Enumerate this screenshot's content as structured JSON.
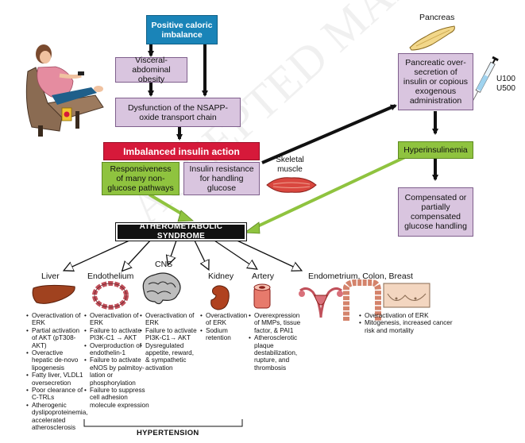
{
  "boxes": {
    "positive_caloric": "Positive caloric imbalance",
    "visceral_obesity": "Visceral-abdominal obesity",
    "nsapp_dysfunction": "Dysfunction of the NSAPP-oxide transport chain",
    "imbalanced_insulin": "Imbalanced insulin action",
    "responsiveness": "Responsiveness of many non-glucose pathways",
    "insulin_resistance": "Insulin resistance for handling glucose",
    "pancreatic": "Pancreatic over-secretion of insulin or copious exogenous administration",
    "hyperinsulinemia": "Hyperinsulinemia",
    "compensated": "Compensated or partially compensated glucose handling",
    "syndrome": "ATHEROMETABOLIC SYNDROME"
  },
  "labels": {
    "pancreas": "Pancreas",
    "u100": "U100",
    "u500": "U500",
    "skeletal_muscle": "Skeletal muscle",
    "hypertension": "HYPERTENSION",
    "watermark": "ACCEPTED MANUSCRIPT"
  },
  "organs": {
    "liver": {
      "title": "Liver",
      "items": [
        "Overactivation of ERK",
        "Partial activation of AKT (pT308-AKT)",
        "Overactive hepatic de-novo lipogenesis",
        "Fatty liver, VLDL1 oversecretion",
        "Poor clearance of C-TRLs",
        "Atherogenic dyslipoproteinemia, accelerated atherosclerosis"
      ]
    },
    "endothelium": {
      "title": "Endothelium",
      "items": [
        "Overactivation of ERK",
        "Failure to activate PI3K-C1 → AKT",
        "Overproduction of endothelin-1",
        "Failure to activate eNOS by palmitoy-lation or phosphorylation",
        "Failure to suppress cell adhesion molecule expression"
      ]
    },
    "cns": {
      "title": "CNS",
      "items": [
        "Overactivation of ERK",
        "Failure to activate PI3K-C1→ AKT",
        "Dysregulated appetite, reward, & sympathetic activation"
      ]
    },
    "kidney": {
      "title": "Kidney",
      "items": [
        "Overactivation of ERK",
        "Sodium retention"
      ]
    },
    "artery": {
      "title": "Artery",
      "items": [
        "Overexpression of MMPs, tissue factor, & PAI1",
        "Atherosclerotic plaque destabilization, rupture, and thrombosis"
      ]
    },
    "endometrium": {
      "title": "Endometrium, Colon, Breast",
      "items": [
        "Overactivation of ERK",
        "Mitogenesis, increased cancer risk and mortality"
      ]
    }
  },
  "colors": {
    "blue_box": "#1a84b8",
    "red_box": "#d6193a",
    "green_box": "#8fc33f",
    "purple_box": "#d9c5df",
    "black_box": "#111111"
  },
  "icons": [
    "woman-recliner-icon",
    "pancreas-icon",
    "syringe-icon",
    "muscle-icon",
    "liver-icon",
    "endothelium-icon",
    "brain-icon",
    "kidney-icon",
    "artery-icon",
    "uterus-icon",
    "colon-icon",
    "breast-icon"
  ]
}
